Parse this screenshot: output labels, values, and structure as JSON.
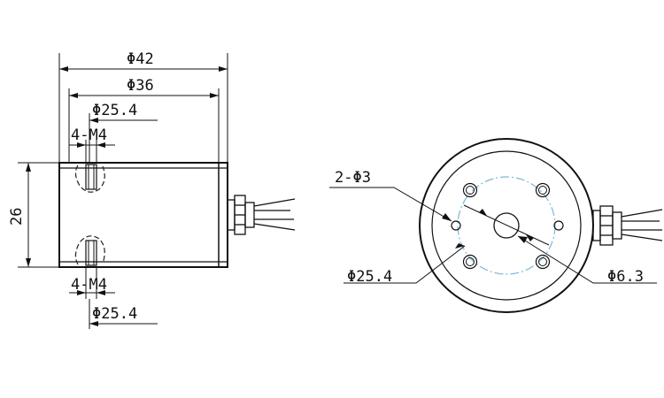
{
  "drawing": {
    "side_view": {
      "dim_overall_diameter": "Φ42",
      "dim_inner_diameter": "Φ36",
      "dim_bolt_circle_top": "Φ25.4",
      "dim_thread_top": "4-M4",
      "dim_height": "26",
      "dim_thread_bottom": "4-M4",
      "dim_bolt_circle_bottom": "Φ25.4"
    },
    "front_view": {
      "dim_holes": "2-Φ3",
      "dim_bolt_circle": "Φ25.4",
      "dim_center_hole": "Φ6.3"
    }
  },
  "colors": {
    "line": "#111111",
    "centerline": "#7ab8d8"
  }
}
